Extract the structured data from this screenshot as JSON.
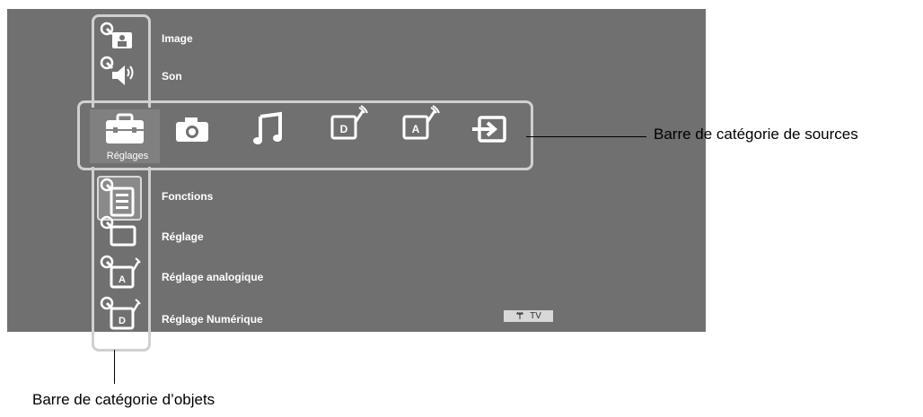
{
  "items_top": [
    {
      "label": "Image",
      "icon": "picture-settings-icon"
    },
    {
      "label": "Son",
      "icon": "sound-settings-icon"
    }
  ],
  "source_bar": {
    "selected_label": "Réglages",
    "icons": [
      "toolbox-icon",
      "camera-icon",
      "music-note-icon",
      "digital-tv-icon",
      "analog-tv-icon",
      "input-icon"
    ]
  },
  "items_bottom": [
    {
      "label": "Fonctions",
      "icon": "functions-settings-icon"
    },
    {
      "label": "Réglage",
      "icon": "setup-icon"
    },
    {
      "label": "Réglage analogique",
      "icon": "analog-setup-icon"
    },
    {
      "label": "Réglage Numérique",
      "icon": "digital-setup-icon"
    }
  ],
  "badge": {
    "text": "TV",
    "icon": "antenna-icon"
  },
  "callouts": {
    "source_bar": "Barre de catégorie de sources",
    "item_bar": "Barre de catégorie d’objets"
  },
  "colors": {
    "screen": "#707070",
    "outline": "#d0d0d0",
    "text": "#ffffff"
  }
}
